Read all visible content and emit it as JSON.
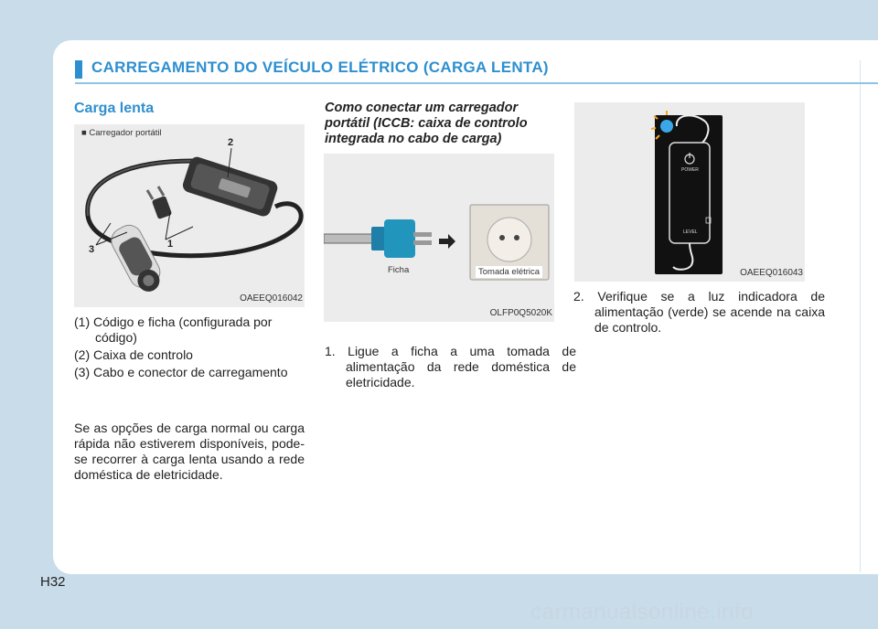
{
  "header": {
    "title": "CARREGAMENTO DO VEÍCULO ELÉTRICO (CARGA LENTA)"
  },
  "section": {
    "heading": "Carga lenta"
  },
  "figure1": {
    "caption": "■ Carregador portátil",
    "code": "OAEEQ016042",
    "callouts": [
      "1",
      "2",
      "3"
    ]
  },
  "legend": [
    {
      "num": "(1)",
      "text": "Código e ficha (configurada por código)"
    },
    {
      "num": "(2)",
      "text": "Caixa de controlo"
    },
    {
      "num": "(3)",
      "text": "Cabo e conector de carregamento"
    }
  ],
  "paragraph": "Se as opções de carga normal ou carga rápida não estiverem disponíveis, pode-se recorrer à carga lenta usando a rede doméstica de eletricidade.",
  "middle": {
    "heading": "Como conectar um carregador portátil (ICCB: caixa de controlo integrada no cabo de carga)",
    "figure2": {
      "code": "OLFP0Q5020K",
      "label_plug": "Ficha",
      "label_socket": "Tomada elétrica"
    },
    "step1": "1. Ligue a ficha a uma tomada de alimentação da rede doméstica de eletricidade."
  },
  "right": {
    "figure3": {
      "code": "OAEEQ016043",
      "power_label": "POWER",
      "level_label": "LEVEL"
    },
    "step2": "2. Verifique se a luz indicadora de alimentação (verde) se acende na caixa de controlo."
  },
  "footer": {
    "page_number": "H32",
    "watermark": "carmanualsonline.info"
  },
  "colors": {
    "accent": "#2e8fd0",
    "background": "#c9dcea",
    "plug": "#1e7fa8"
  }
}
